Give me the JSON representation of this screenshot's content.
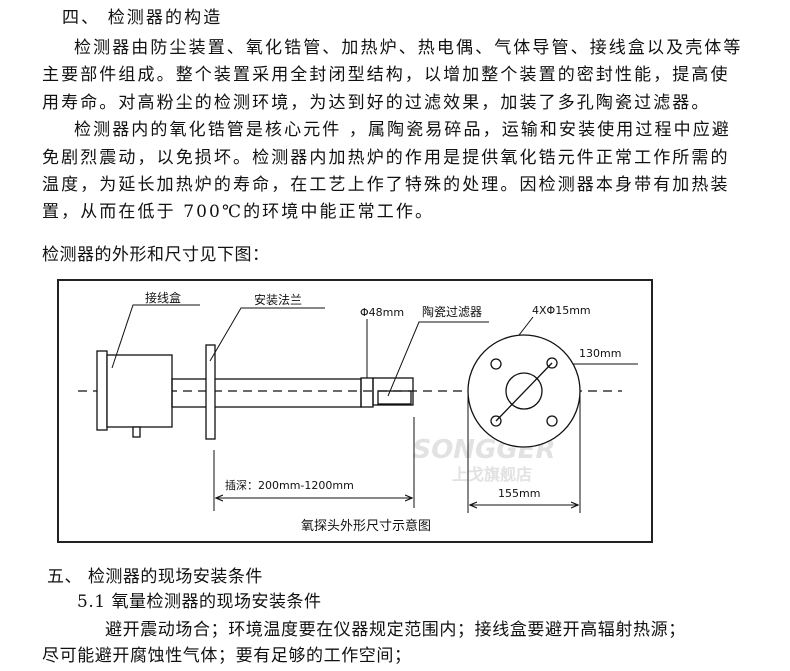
{
  "section4": {
    "heading": "四、  检测器的构造",
    "para1": [
      "检测器由防尘装置、氧化锆管、加热炉、热电偶、气体导管、接线盒以及壳体等",
      "主要部件组成。整个装置采用全封闭型结构，以增加整个装置的密封性能，提高使",
      "用寿命。对高粉尘的检测环境，为达到好的过滤效果，加装了多孔陶瓷过滤器。"
    ],
    "para2": [
      "检测器内的氧化锆管是核心元件 ，属陶瓷易碎品，运输和安装使用过程中应避",
      "免剧烈震动，以免损坏。检测器内加热炉的作用是提供氧化锆元件正常工作所需的",
      "温度，为延长加热炉的寿命，在工艺上作了特殊的处理。因检测器本身带有加热装",
      "置，从而在低于 700℃的环境中能正常工作。"
    ],
    "figure_intro": "检测器的外形和尺寸见下图："
  },
  "diagram": {
    "label_junction_box": "接线盒",
    "label_flange": "安装法兰",
    "label_diameter": "Φ48mm",
    "label_filter": "陶瓷过滤器",
    "label_holes": "4XΦ15mm",
    "label_pcd": "130mm",
    "label_insert_depth": "插深：200mm-1200mm",
    "label_flange_dia": "155mm",
    "caption": "氧探头外形尺寸示意图",
    "watermark_brand": "SONGGER",
    "watermark_store": "上戈旗舰店"
  },
  "section5": {
    "heading": "五、  检测器的现场安装条件",
    "subheading": "5.1 氧量检测器的现场安装条件",
    "lines": [
      "避开震动场合；环境温度要在仪器规定范围内；接线盒要避开高辐射热源；",
      "尽可能避开腐蚀性气体；要有足够的工作空间；"
    ]
  }
}
